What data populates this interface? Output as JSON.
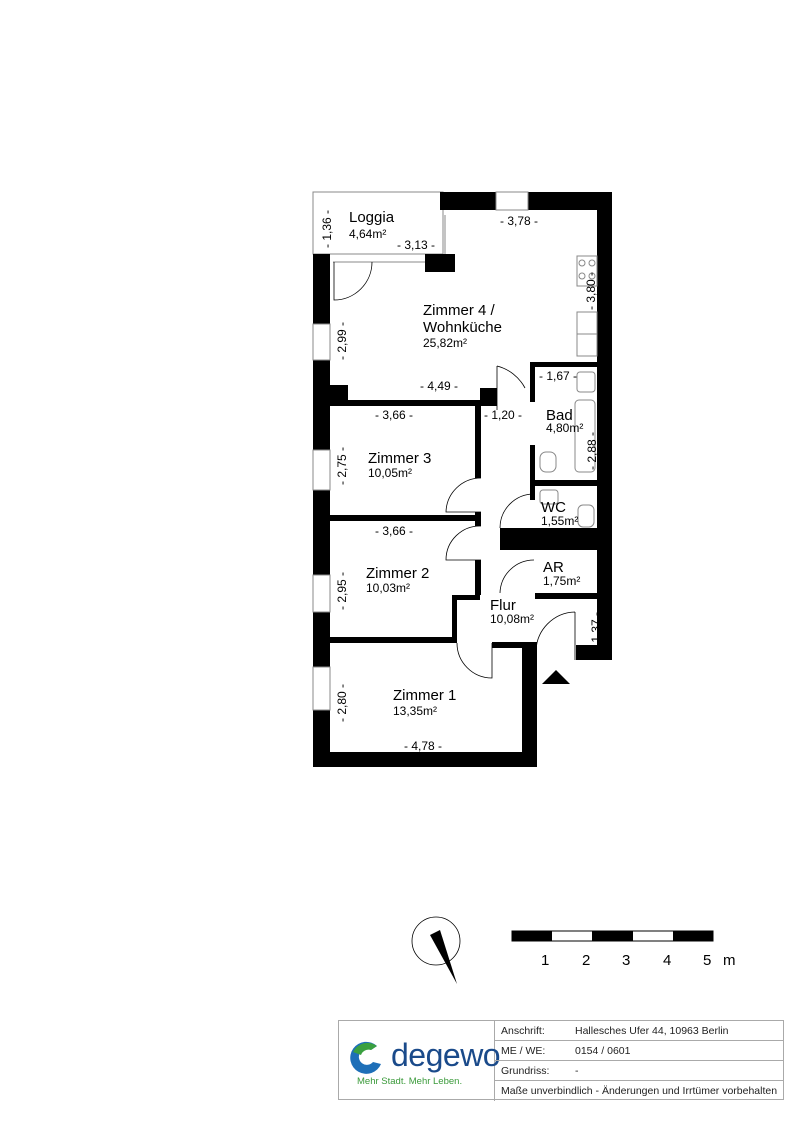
{
  "rooms": [
    {
      "name": "Loggia",
      "area": "4,64m²"
    },
    {
      "name": "Zimmer 4 /",
      "name2": "Wohnküche",
      "area": "25,82m²"
    },
    {
      "name": "Bad",
      "area": "4,80m²"
    },
    {
      "name": "Zimmer 3",
      "area": "10,05m²"
    },
    {
      "name": "WC",
      "area": "1,55m²"
    },
    {
      "name": "AR",
      "area": "1,75m²"
    },
    {
      "name": "Zimmer 2",
      "area": "10,03m²"
    },
    {
      "name": "Flur",
      "area": "10,08m²"
    },
    {
      "name": "Zimmer 1",
      "area": "13,35m²"
    }
  ],
  "dimensions": {
    "loggia_h": "- 1,36 -",
    "loggia_w": "- 3,13 -",
    "z4_top": "- 3,78 -",
    "z4_right": "- 3,80 -",
    "z4_left": "- 2,99 -",
    "z4_bottom": "- 4,49 -",
    "bad_w": "- 1,67 -",
    "bad_h": "- 2,88 -",
    "flur_w": "- 1,20 -",
    "z3_w": "- 3,66 -",
    "z3_h": "- 2,75 -",
    "z2_w": "- 3,66 -",
    "z2_h": "- 2,95 -",
    "entry_h": "- 1,37 -",
    "z1_h": "- 2,80 -",
    "z1_w": "- 4,78 -"
  },
  "scale": {
    "ticks": [
      "1",
      "2",
      "3",
      "4",
      "5"
    ],
    "unit": "m"
  },
  "footer": {
    "logo_text": "degewo",
    "logo_tagline": "Mehr Stadt. Mehr Leben.",
    "rows": [
      {
        "key": "Anschrift:",
        "value": "Hallesches Ufer 44, 10963 Berlin"
      },
      {
        "key": "ME / WE:",
        "value": "0154 / 0601"
      },
      {
        "key": "Grundriss:",
        "value": "-"
      }
    ],
    "disclaimer": "Maße unverbindlich - Änderungen und Irrtümer vorbehalten"
  }
}
